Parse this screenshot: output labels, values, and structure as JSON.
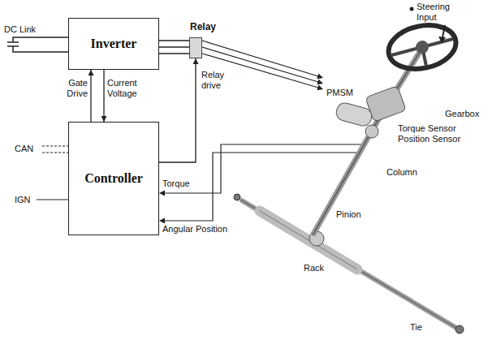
{
  "diagram": {
    "nodes": [
      {
        "text": [
          "Inverter"
        ]
      },
      {
        "text": [
          "Controller"
        ]
      },
      {
        "text": [
          "Relay"
        ]
      }
    ],
    "edges": [
      {
        "from": 1,
        "to": 0,
        "arrow": "to",
        "label": "Gate Drive"
      },
      {
        "from": 0,
        "to": 1,
        "arrow": "to",
        "label": "Current Voltage"
      },
      {
        "from": 1,
        "to": 2,
        "arrow": "to",
        "label": "Relay drive"
      },
      {
        "from": 0,
        "to": 2,
        "arrow": "none"
      }
    ],
    "labels": [
      "DC Link",
      "CAN",
      "IGN",
      "Steering Input",
      "PMSM",
      "Gearbox",
      "Torque Sensor",
      "Position Sensor",
      "Column",
      "Torque",
      "Pinion",
      "Angular Position",
      "Rack",
      "Tie"
    ]
  }
}
